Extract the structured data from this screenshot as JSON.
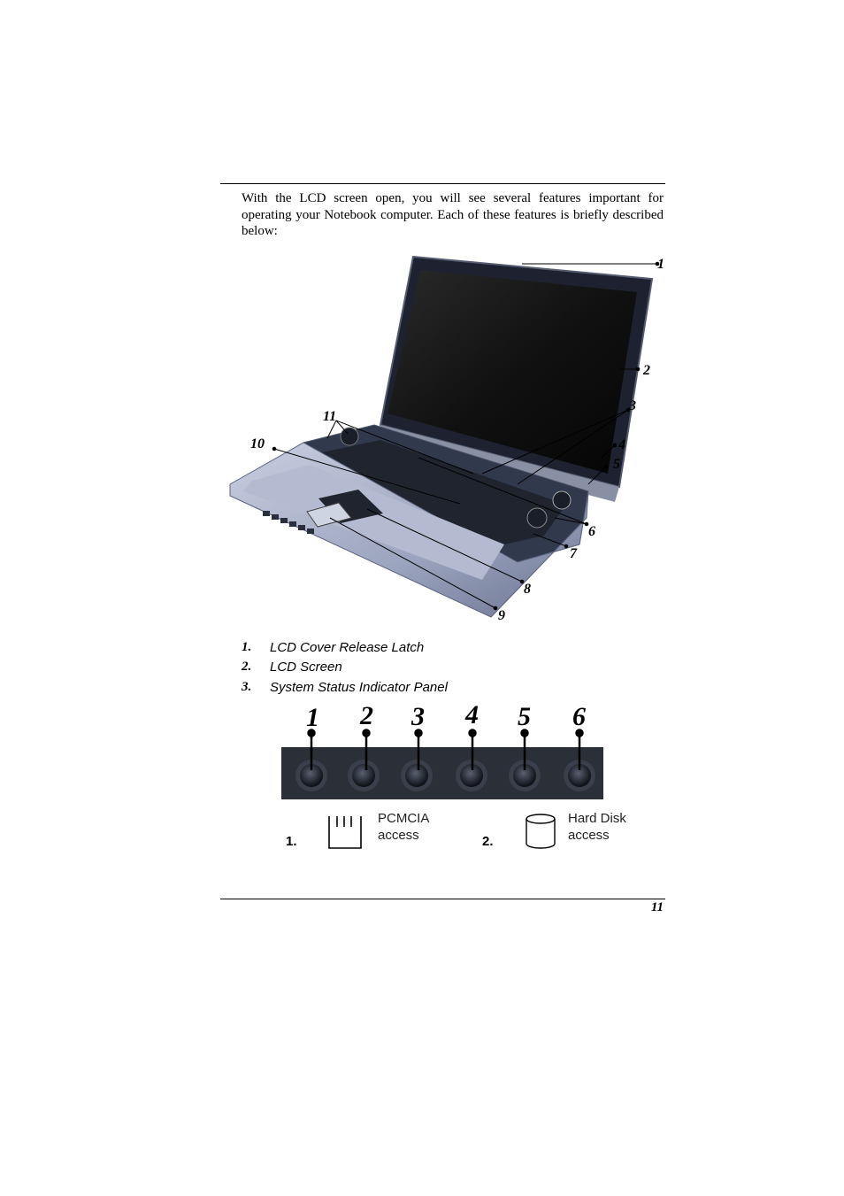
{
  "intro": "With the LCD screen open, you will see several features important for operating your Notebook computer. Each of these features is briefly described below:",
  "figure": {
    "callouts": [
      "1",
      "2",
      "3",
      "4",
      "5",
      "6",
      "7",
      "8",
      "9",
      "10",
      "11"
    ]
  },
  "features": [
    {
      "num": "1.",
      "label": "LCD Cover Release Latch"
    },
    {
      "num": "2.",
      "label": "LCD Screen"
    },
    {
      "num": "3.",
      "label": "System Status Indicator Panel"
    }
  ],
  "indicator_panel": {
    "numbers": [
      "1",
      "2",
      "3",
      "4",
      "5",
      "6"
    ]
  },
  "legend": [
    {
      "num": "1.",
      "label_line1": "PCMCIA",
      "label_line2": "access",
      "icon": "pcmcia-icon"
    },
    {
      "num": "2.",
      "label_line1": "Hard Disk",
      "label_line2": "access",
      "icon": "hard-disk-icon"
    }
  ],
  "page_number": "11"
}
